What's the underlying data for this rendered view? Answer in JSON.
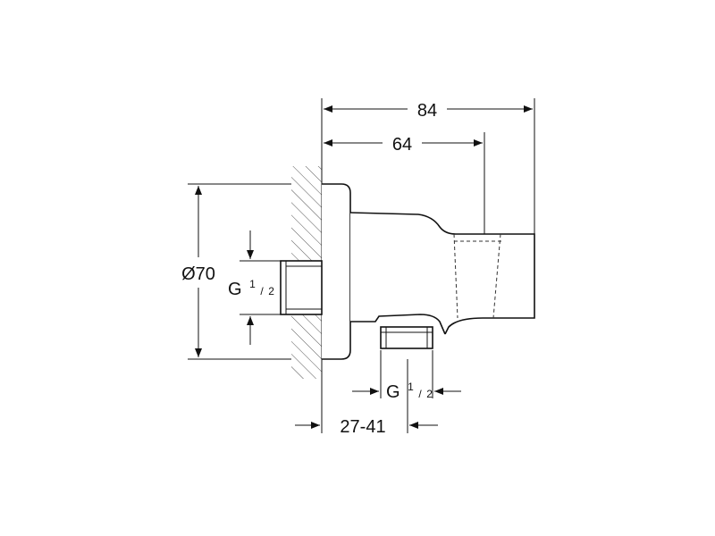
{
  "dimensions": {
    "overall_length": "84",
    "outlet_distance": "64",
    "diameter": "Ø70",
    "wall_thread": {
      "main": "G",
      "num": "1",
      "den": "2"
    },
    "outlet_thread": {
      "main": "G",
      "num": "1",
      "den": "2"
    },
    "wall_range": "27-41"
  }
}
